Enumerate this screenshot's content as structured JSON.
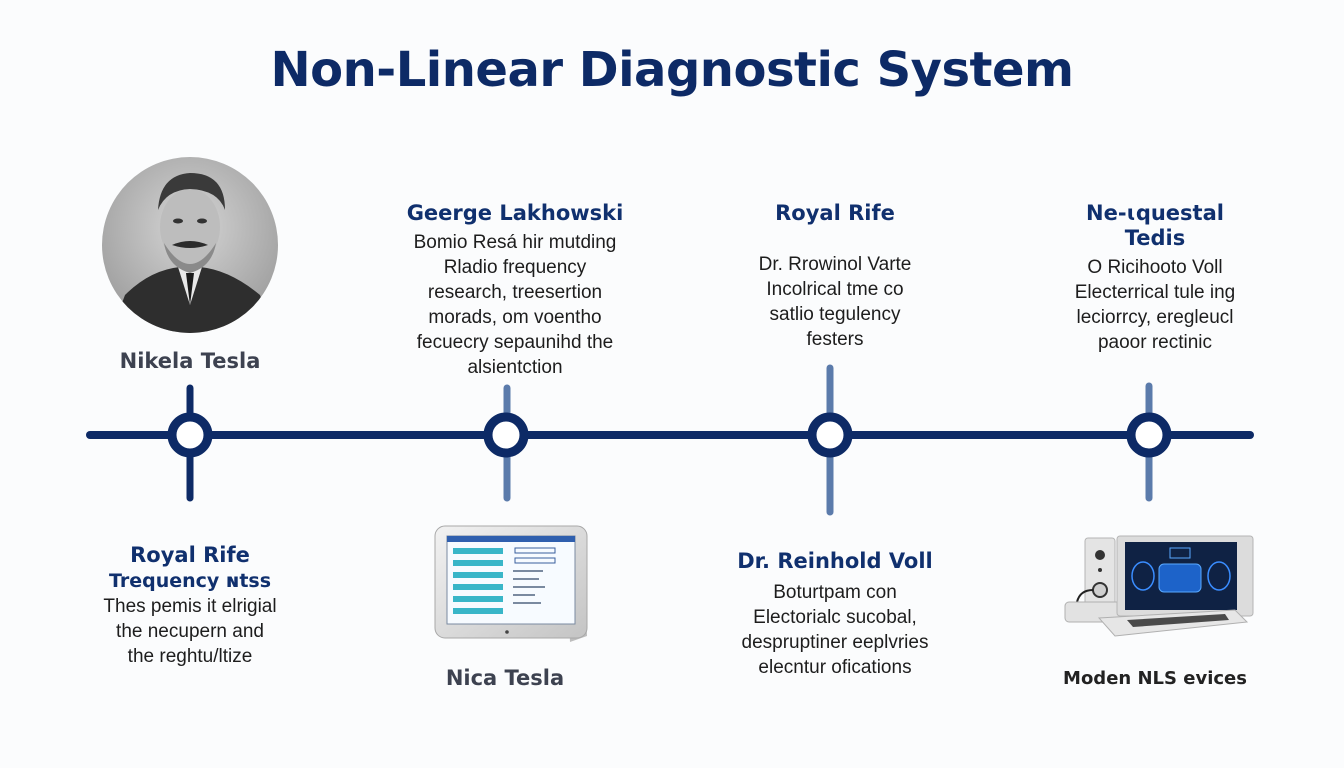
{
  "title": "Non-Linear Diagnostic System",
  "colors": {
    "primary": "#0d2a66",
    "secondary_tick": "#5b7bab",
    "background": "#fbfcfd"
  },
  "timeline": {
    "nodes": [
      {
        "id": 1,
        "tick_style": "primary"
      },
      {
        "id": 2,
        "tick_style": "secondary"
      },
      {
        "id": 3,
        "tick_style": "secondary"
      },
      {
        "id": 4,
        "tick_style": "secondary"
      }
    ]
  },
  "top": [
    {
      "type": "portrait",
      "image": "portrait-photo",
      "caption": "Nikela Tesla"
    },
    {
      "type": "text",
      "heading": "Geerge Lakhowski",
      "lines": [
        "Bomio Resá hir mutding",
        "Rladio frequency",
        "research, treesertion",
        "morads, om voentho",
        "fecuecry sepaunihd the",
        "alsientction"
      ]
    },
    {
      "type": "text",
      "heading": "Royal Rife",
      "lines": [
        "Dr. Rrowinol Varte",
        "Incolrical tme co",
        "satlio tegulency",
        "festers"
      ]
    },
    {
      "type": "text",
      "heading": "Ne-ɩquestal Tedis",
      "heading_lines": [
        "Ne-ɩquestal",
        "Tedis"
      ],
      "lines": [
        "O Ricihooto Voll",
        "Electerrical tule ing",
        "leciorrcy, eregleucl",
        "paoor rectinic"
      ]
    }
  ],
  "bottom": [
    {
      "type": "text",
      "heading": "Royal Rife",
      "subheading": "Trequency ɴtss",
      "lines": [
        "Thes pemis it elrigial",
        "the necupern and",
        "the reghtu/ltize"
      ]
    },
    {
      "type": "device",
      "image": "touchscreen-device",
      "caption": "Nica Tesla"
    },
    {
      "type": "text",
      "heading": "Dr. Reinhold Voll",
      "lines": [
        "Boturtpam con",
        "Electorialc sucobal,",
        "despruptiner eeplvries",
        "elecntur ofications"
      ]
    },
    {
      "type": "device",
      "image": "laptop-nls-device",
      "caption": "Moden NLS evices"
    }
  ]
}
